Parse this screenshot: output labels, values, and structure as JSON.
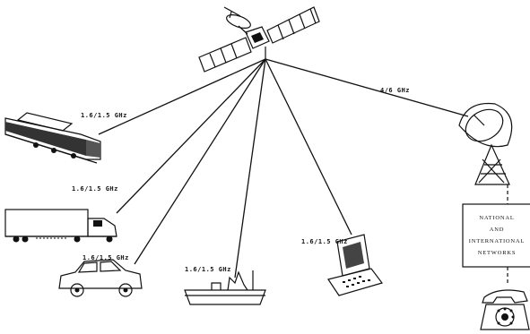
{
  "links": {
    "train": "1.6/1.5 GHz",
    "truck": "1.6/1.5 GHz",
    "car": "1.6/1.5 GHz",
    "ship": "1.6/1.5 GHz",
    "terminal": "1.6/1.5 GHz",
    "earth_station": "4/6 GHz"
  },
  "networks_box": {
    "line1": "NATIONAL",
    "line2": "AND",
    "line3": "INTERNATIONAL",
    "line4": "NETWORKS"
  },
  "icons": {
    "satellite": "satellite-icon",
    "train": "train-icon",
    "truck": "truck-icon",
    "car": "car-icon",
    "ship": "ship-icon",
    "terminal": "computer-terminal-icon",
    "earth_station": "satellite-dish-icon",
    "telephone": "telephone-icon"
  },
  "colors": {
    "ink": "#111111",
    "background": "#ffffff"
  }
}
